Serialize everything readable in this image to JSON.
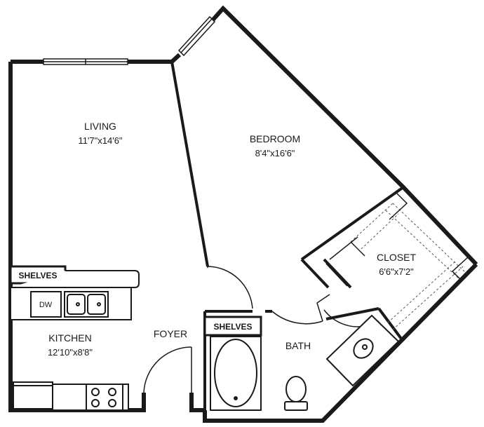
{
  "rooms": {
    "living": {
      "name": "LIVING",
      "dims": "11'7\"x14'6\""
    },
    "bedroom": {
      "name": "BEDROOM",
      "dims": "8'4\"x16'6\""
    },
    "closet": {
      "name": "CLOSET",
      "dims": "6'6\"x7'2\""
    },
    "kitchen": {
      "name": "KITCHEN",
      "dims": "12'10\"x8'8\""
    },
    "foyer": {
      "name": "FOYER"
    },
    "bath": {
      "name": "BATH"
    }
  },
  "labels": {
    "shelves_kitchen": "SHELVES",
    "shelves_bath": "SHELVES",
    "dishwasher": "DW"
  },
  "colors": {
    "wall": "#1a1a1a",
    "fixture": "#333333",
    "background": "#ffffff"
  }
}
